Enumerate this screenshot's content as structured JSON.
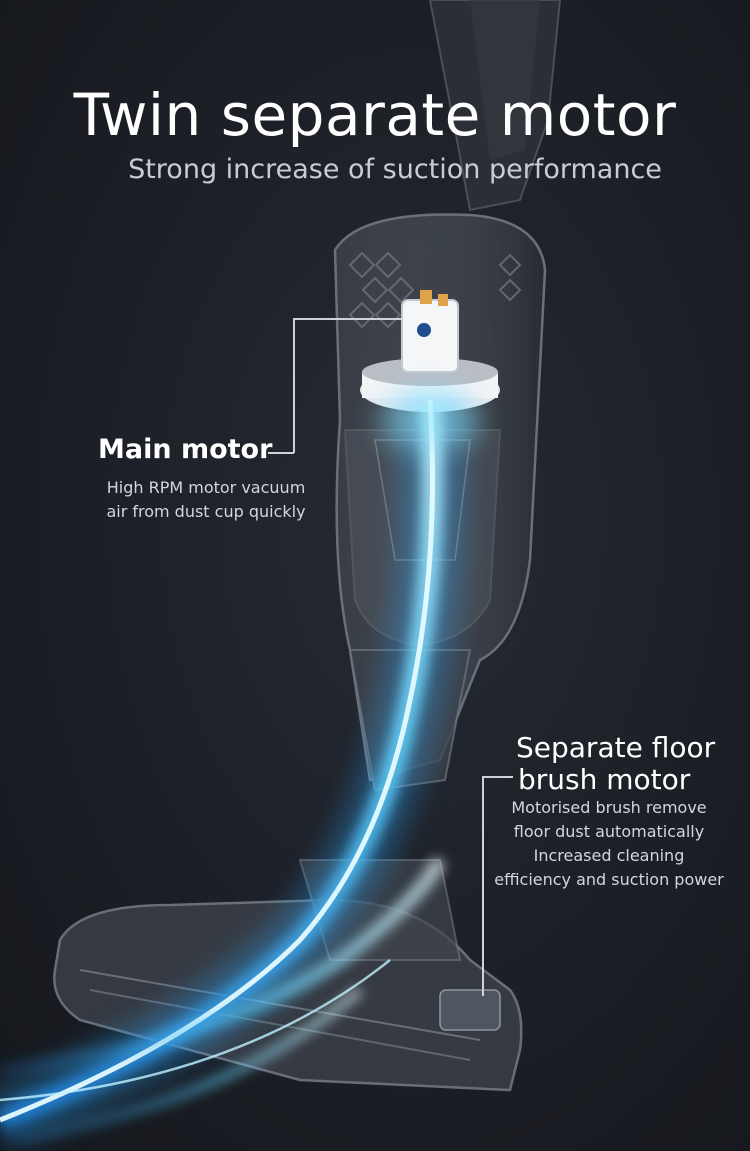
{
  "header": {
    "title": "Twin separate motor",
    "subtitle": "Strong increase of suction performance"
  },
  "callouts": {
    "main_motor": {
      "title": "Main motor",
      "lines": [
        "High RPM motor vacuum",
        "air from dust cup quickly"
      ]
    },
    "floor_motor": {
      "title_lines": [
        "Separate floor",
        "brush motor"
      ],
      "lines": [
        "Motorised brush remove",
        "floor dust automatically",
        "Increased cleaning",
        "efficiency and suction power"
      ]
    }
  },
  "colors": {
    "background": "#1c1f26",
    "airflow": "#5fd3ff",
    "glow": "#2aa8ff",
    "text": "#ffffff",
    "subtext": "#c9ccd2"
  }
}
